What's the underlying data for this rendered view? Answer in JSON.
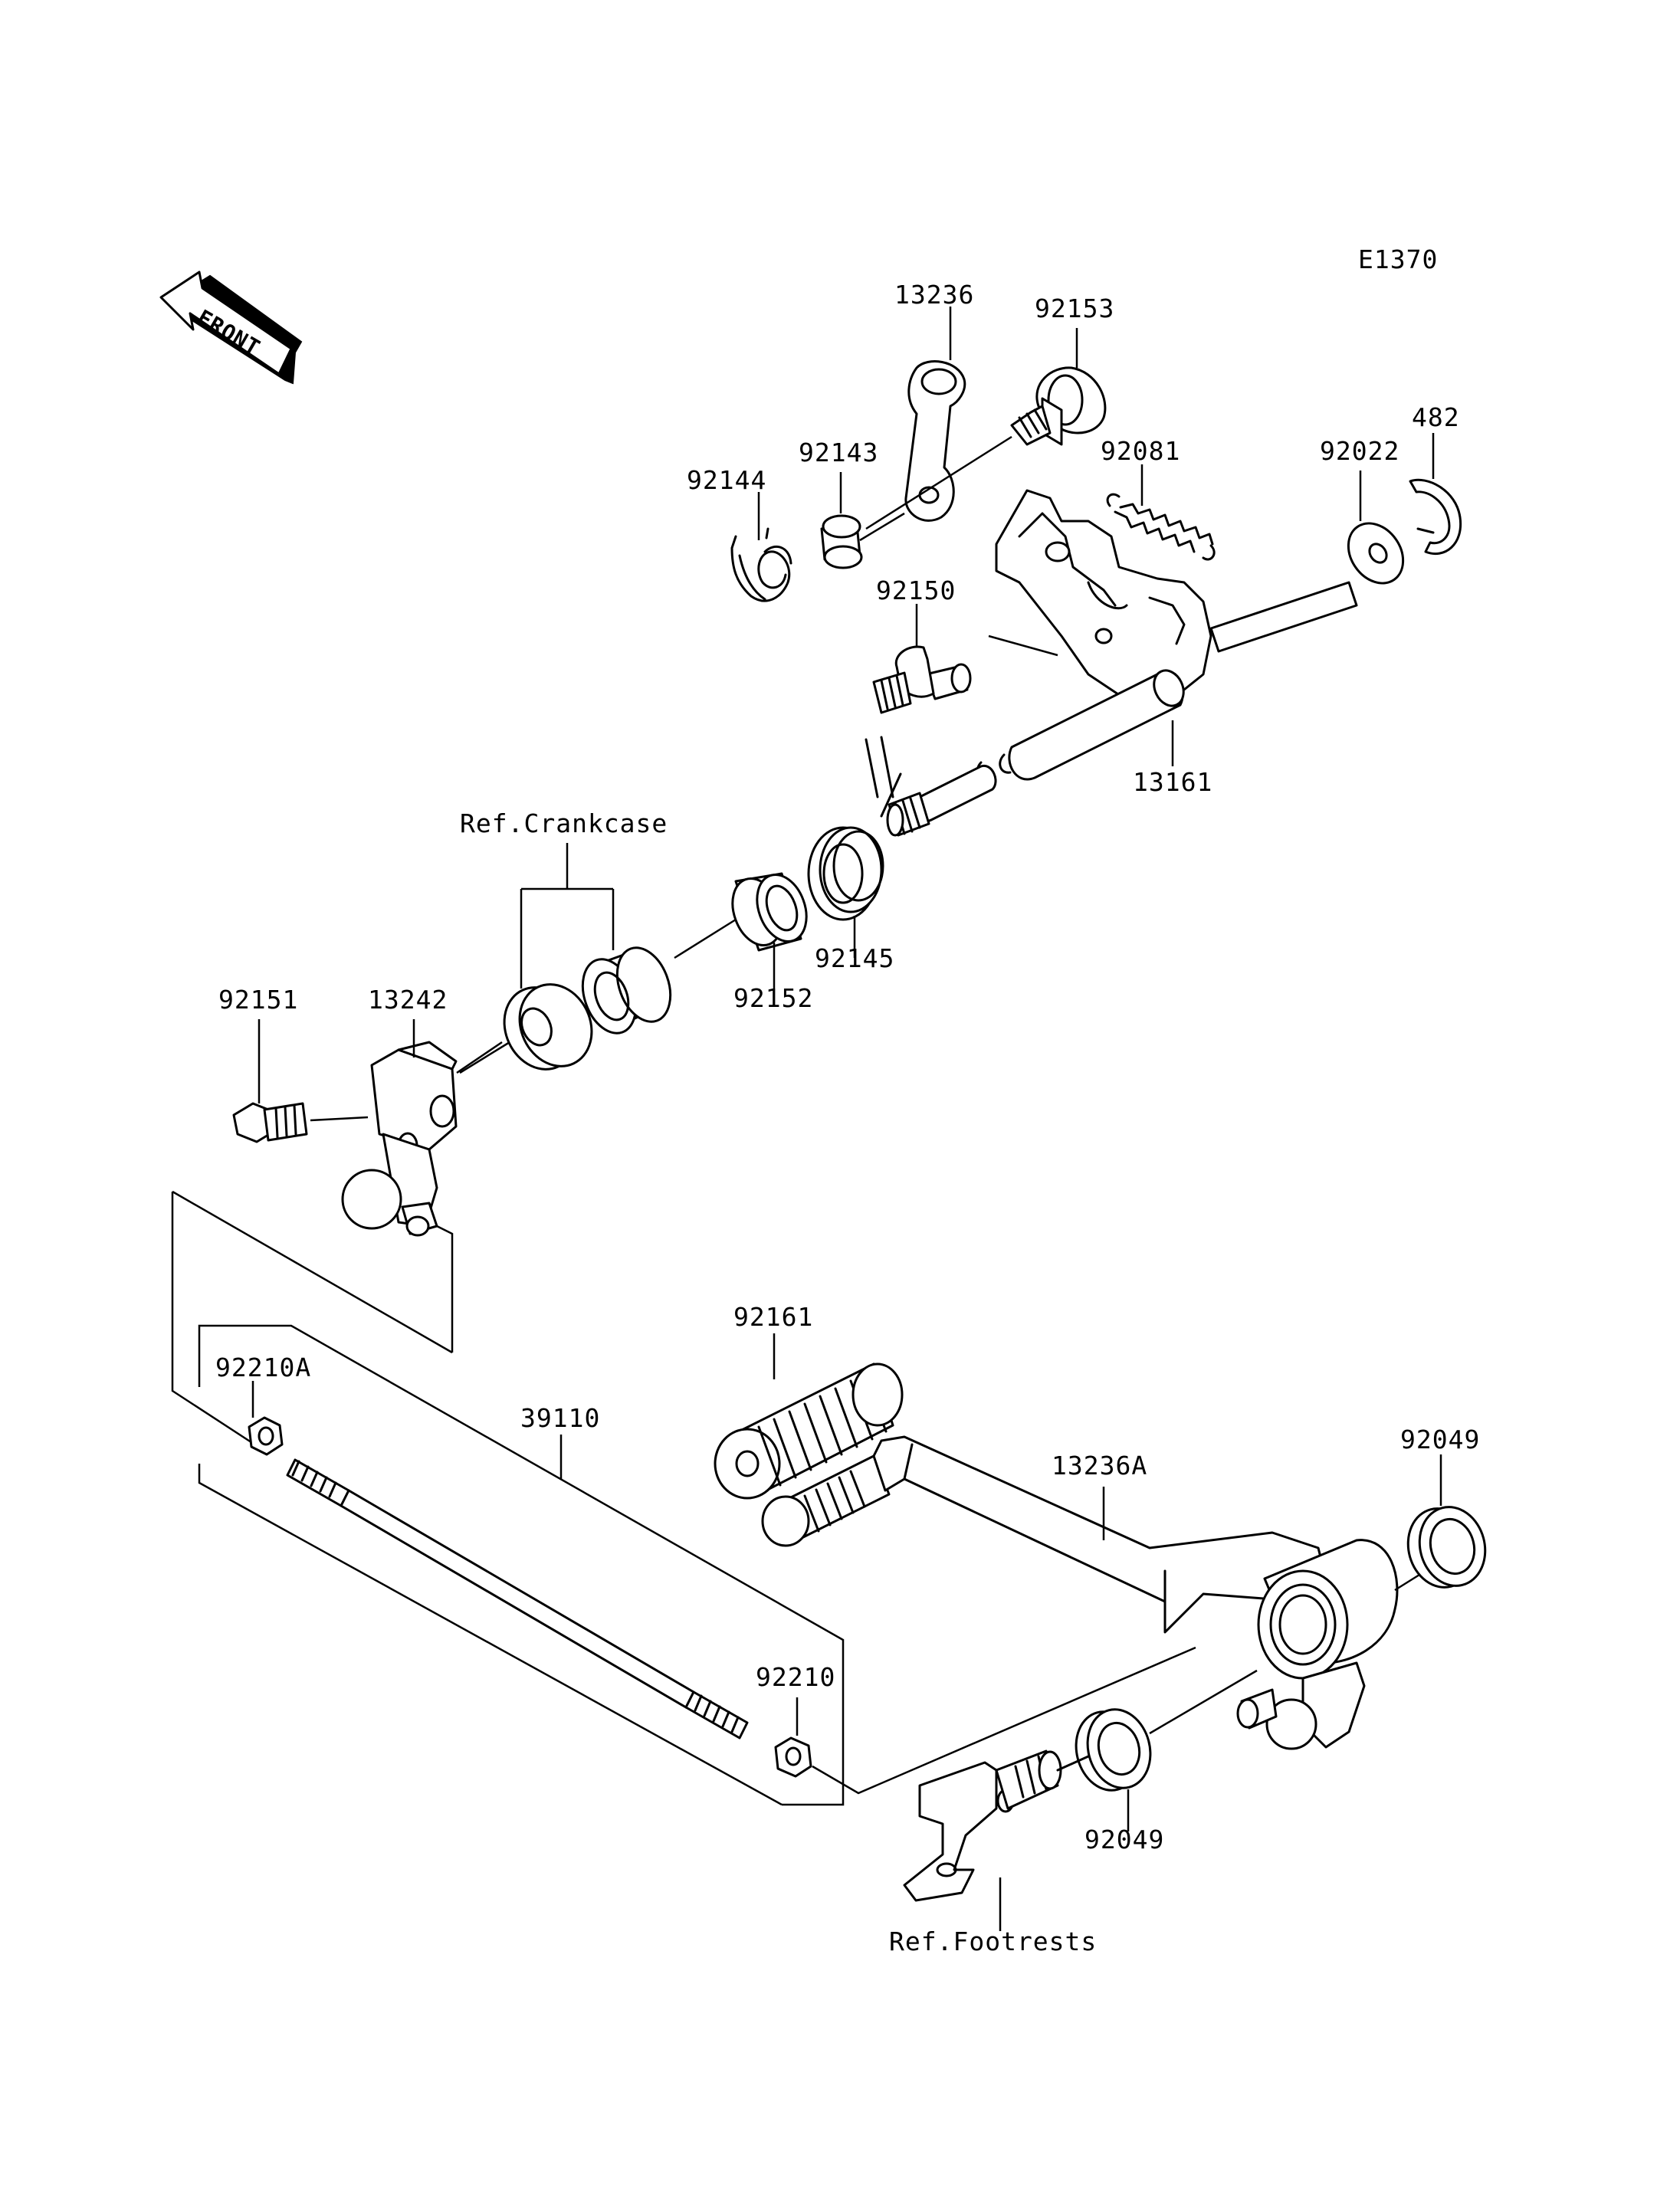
{
  "diagram_id": "E1370",
  "front_arrow_label": "FRONT",
  "ref_labels": {
    "crankcase": "Ref.Crankcase",
    "footrests": "Ref.Footrests"
  },
  "part_labels": {
    "p13236": "13236",
    "p92153": "92153",
    "p92143": "92143",
    "p92144": "92144",
    "p92081": "92081",
    "p92022": "92022",
    "p482": "482",
    "p92150": "92150",
    "p13161": "13161",
    "p92145": "92145",
    "p92152": "92152",
    "p92151": "92151",
    "p13242": "13242",
    "p92161": "92161",
    "p92210A": "92210A",
    "p39110": "39110",
    "p13236A": "13236A",
    "p92049_top": "92049",
    "p92210": "92210",
    "p92049_bottom": "92049"
  }
}
